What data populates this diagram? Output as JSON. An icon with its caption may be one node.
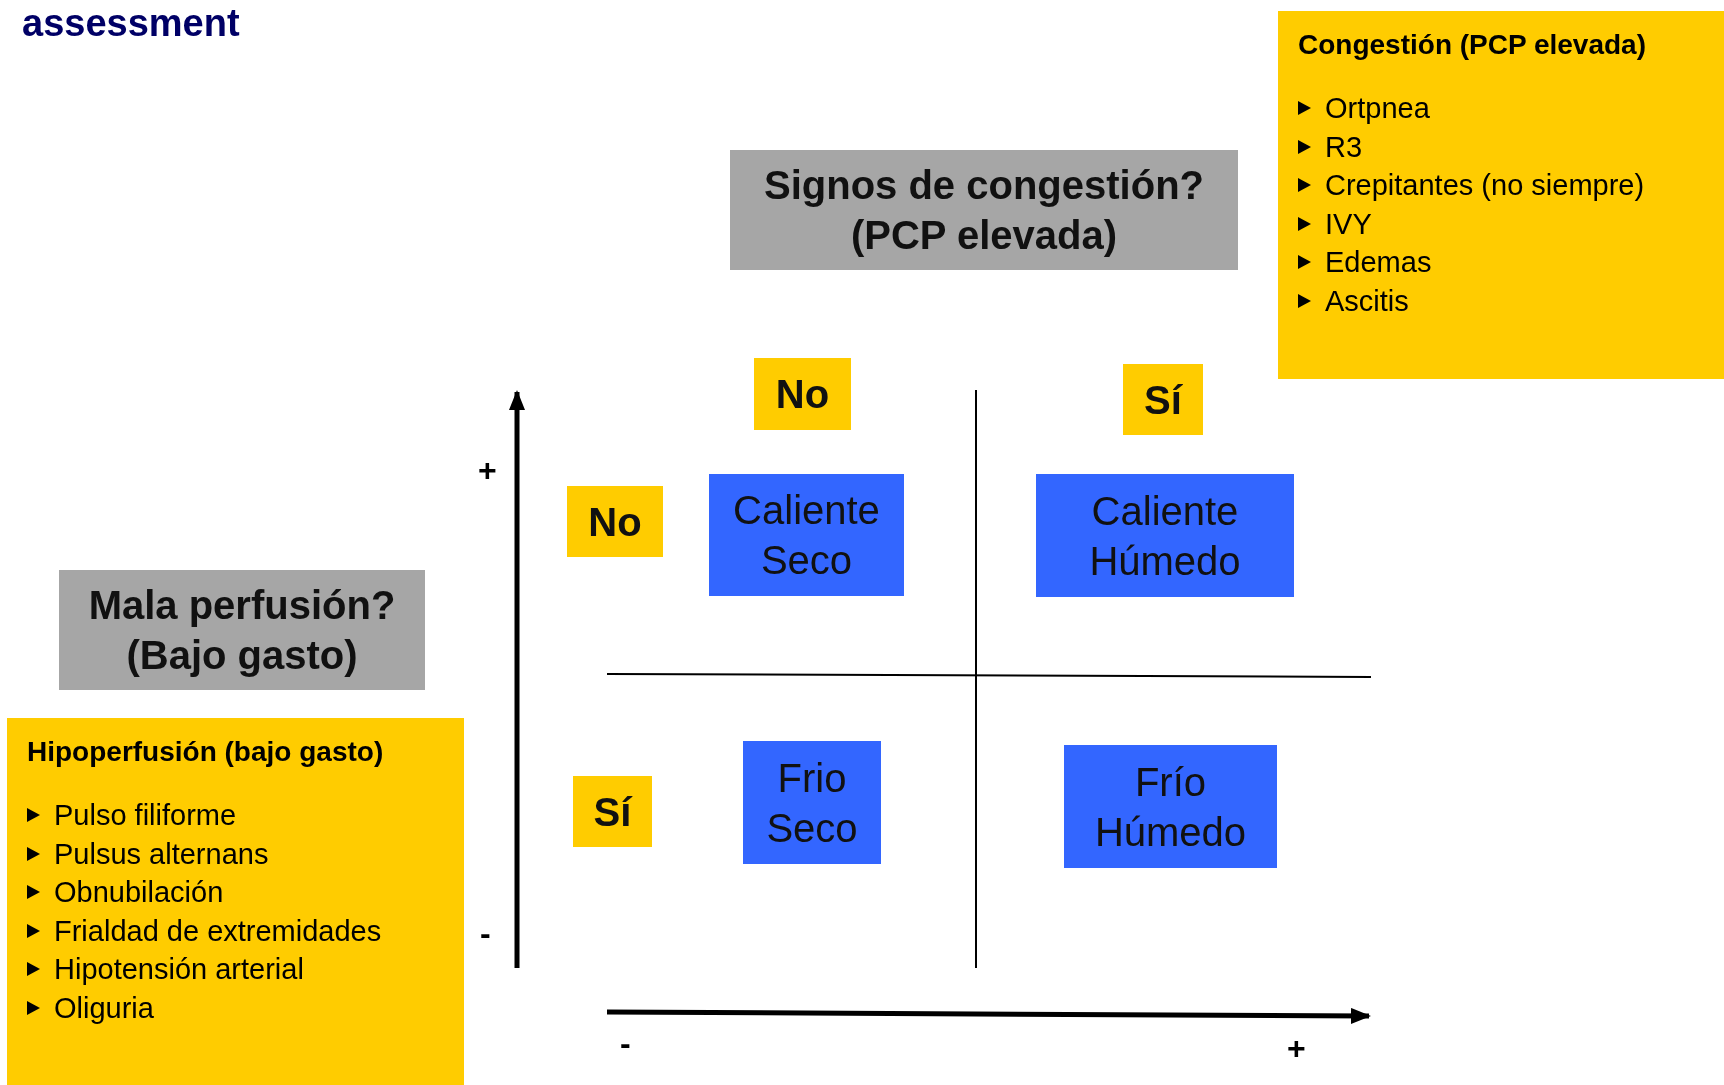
{
  "diagram": {
    "title": "assessment",
    "nodes": [
      {
        "text": [
          "Congestión (PCP elevada)",
          "Ortpnea",
          "R3",
          "Crepitantes (no siempre)",
          "IVY",
          "Edemas",
          "Ascitis"
        ]
      },
      {
        "text": [
          "Signos de congestión? (PCP elevada)"
        ]
      },
      {
        "text": [
          "No"
        ]
      },
      {
        "text": [
          "Sí"
        ]
      },
      {
        "text": [
          "No"
        ]
      },
      {
        "text": [
          "Caliente Seco"
        ]
      },
      {
        "text": [
          "Caliente Húmedo"
        ]
      },
      {
        "text": [
          "Mala perfusión? (Bajo gasto)"
        ]
      },
      {
        "text": [
          "Hipoperfusión (bajo gasto)",
          "Pulso filiforme",
          "Pulsus alternans",
          "Obnubilación",
          "Frialdad de extremidades",
          "Hipotensión arterial",
          "Oliguria"
        ]
      },
      {
        "text": [
          "Sí"
        ]
      },
      {
        "text": [
          "Frio Seco"
        ]
      },
      {
        "text": [
          "Frío Húmedo"
        ]
      }
    ],
    "labels": [
      "+",
      "-",
      "-",
      "+"
    ]
  }
}
